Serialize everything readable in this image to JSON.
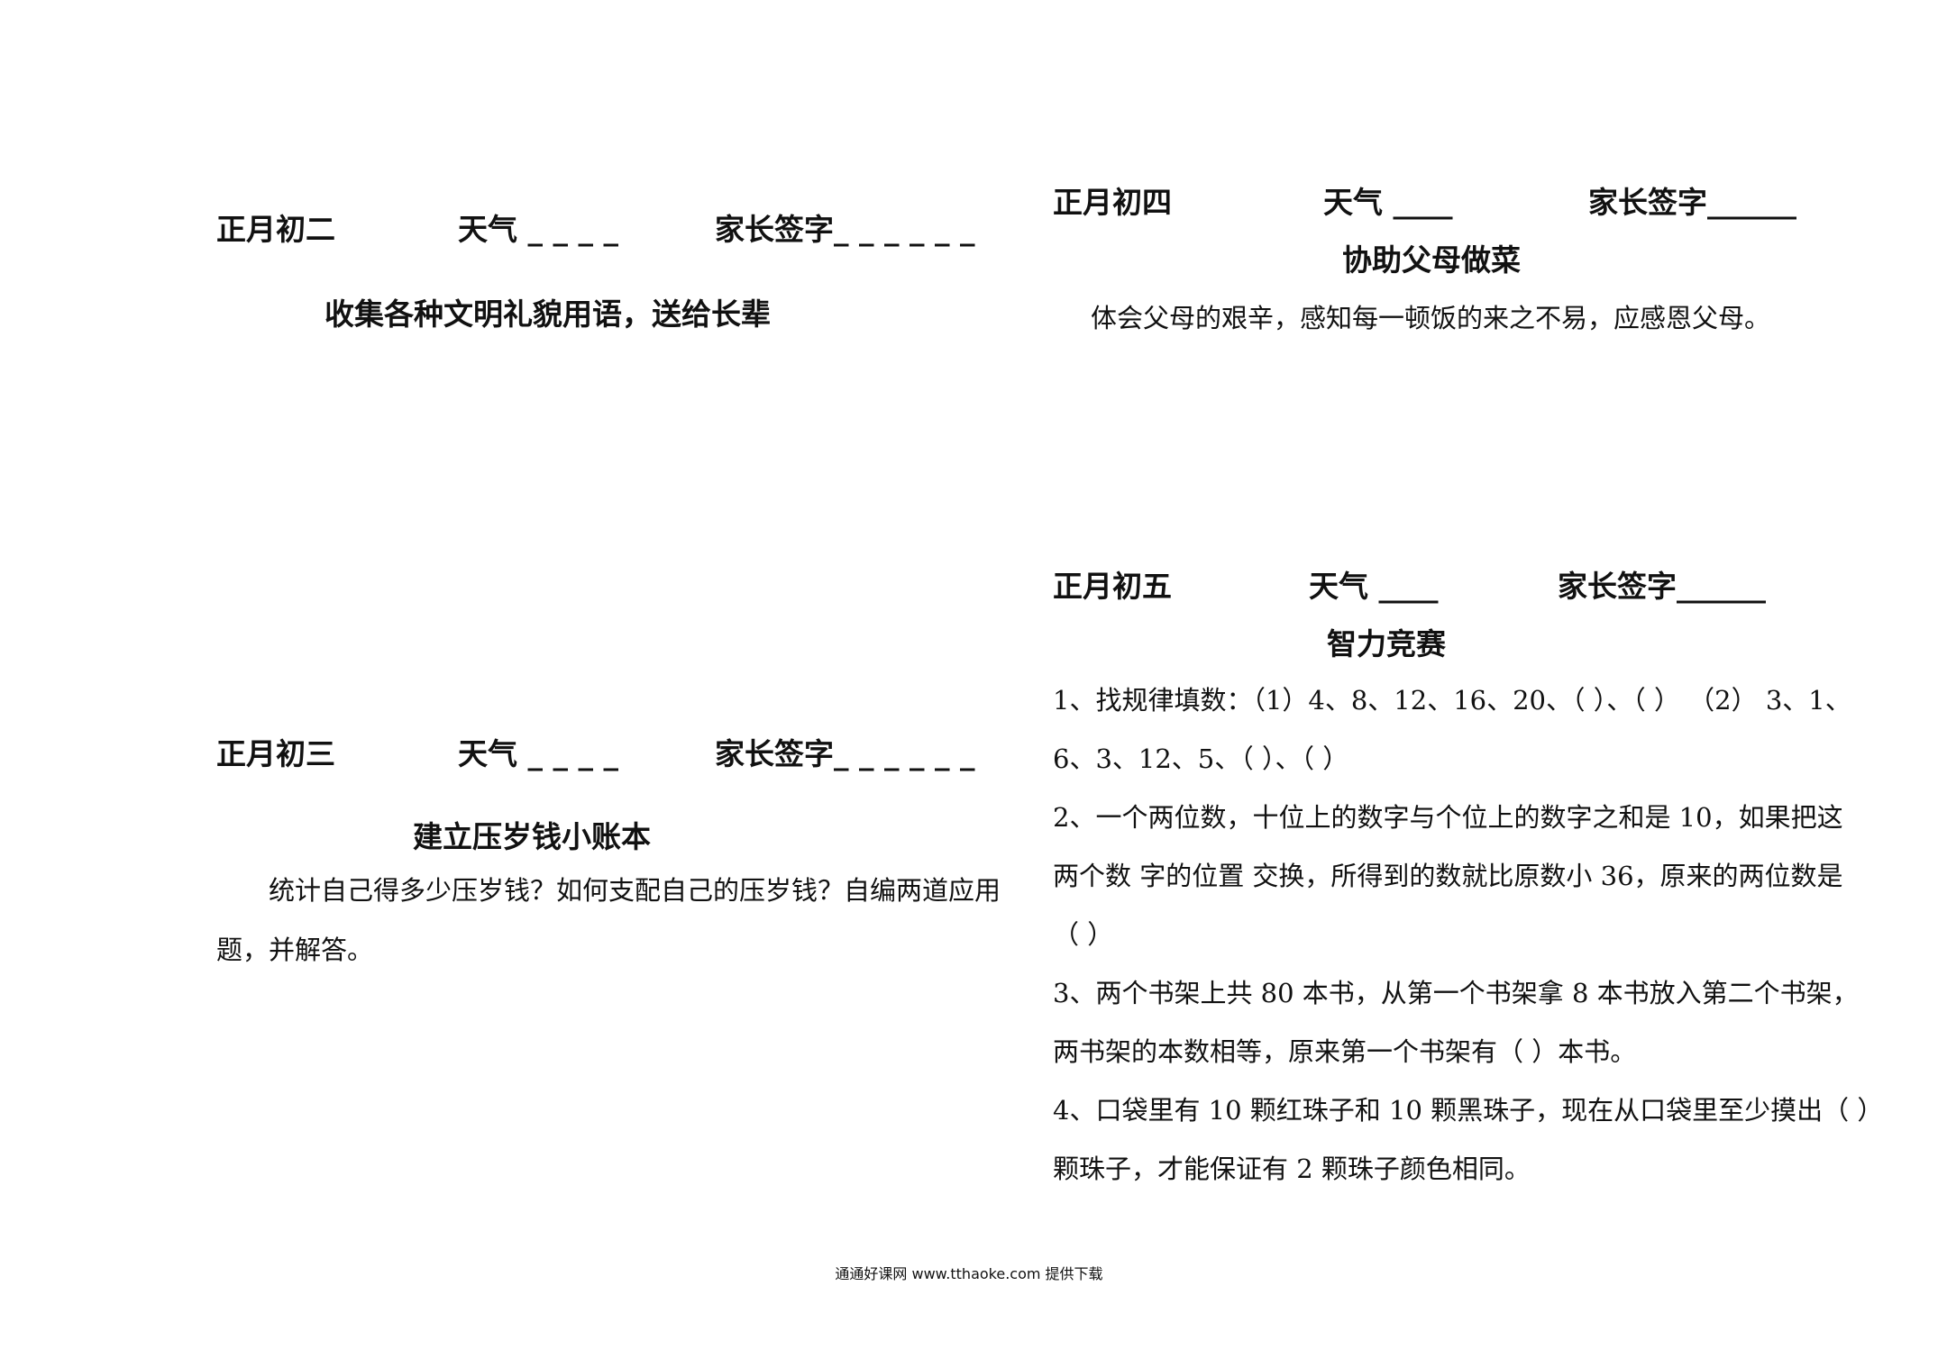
{
  "left": {
    "day2": {
      "date": "正月初二",
      "weather": "天气 _ _ _ _",
      "sign": "家长签字_ _ _ _ _ _",
      "title": "收集各种文明礼貌用语，送给长辈"
    },
    "day3": {
      "date": "正月初三",
      "weather": "天气 _ _ _ _",
      "sign": "家长签字_ _ _ _ _ _",
      "title": "建立压岁钱小账本",
      "line1": "统计自己得多少压岁钱？如何支配自己的压岁钱？自编两道应用",
      "line2": "题，并解答。"
    }
  },
  "right": {
    "day4": {
      "date": "正月初四",
      "weather": "天气 ____",
      "sign": "家长签字______",
      "title": "协助父母做菜",
      "body": "体会父母的艰辛，感知每一顿饭的来之不易，应感恩父母。"
    },
    "day5": {
      "date": "正月初五",
      "weather": "天气 ____",
      "sign": "家长签字______",
      "title": "智力竞赛",
      "lines": [
        "1、找规律填数：（1）4、8、12、16、20、（  ）、（  ）  （2） 3、1、",
        "6、3、12、5、（  ）、（  ）",
        "2、一个两位数，十位上的数字与个位上的数字之和是 10，如果把这",
        "两个数  字的位置  交换，所得到的数就比原数小 36，原来的两位数是",
        "（  ）",
        "3、两个书架上共 80 本书，从第一个书架拿 8 本书放入第二个书架，",
        "两书架的本数相等，原来第一个书架有（  ）本书。",
        "4、口袋里有 10 颗红珠子和 10 颗黑珠子，现在从口袋里至少摸出（  ）",
        "颗珠子，才能保证有 2 颗珠子颜色相同。"
      ]
    }
  },
  "footer": "通通好课网  www.tthaoke.com  提供下载"
}
